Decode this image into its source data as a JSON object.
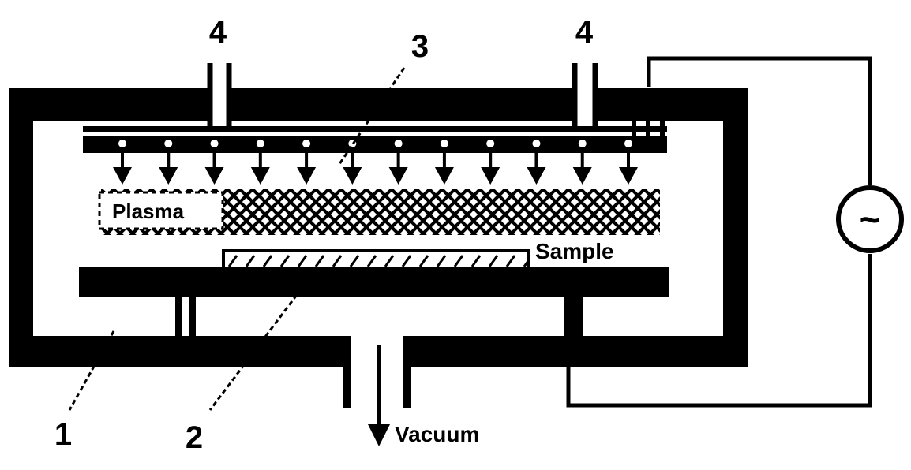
{
  "labels": {
    "chamber": "1",
    "sample_holder": "2",
    "showerhead": "3",
    "gas_inlet_left": "4",
    "gas_inlet_right": "4",
    "plasma": "Plasma",
    "sample": "Sample",
    "vacuum": "Vacuum",
    "rf_source": "~"
  },
  "nozzle_count": 12,
  "colors": {
    "ink": "#000000",
    "background": "#ffffff"
  }
}
